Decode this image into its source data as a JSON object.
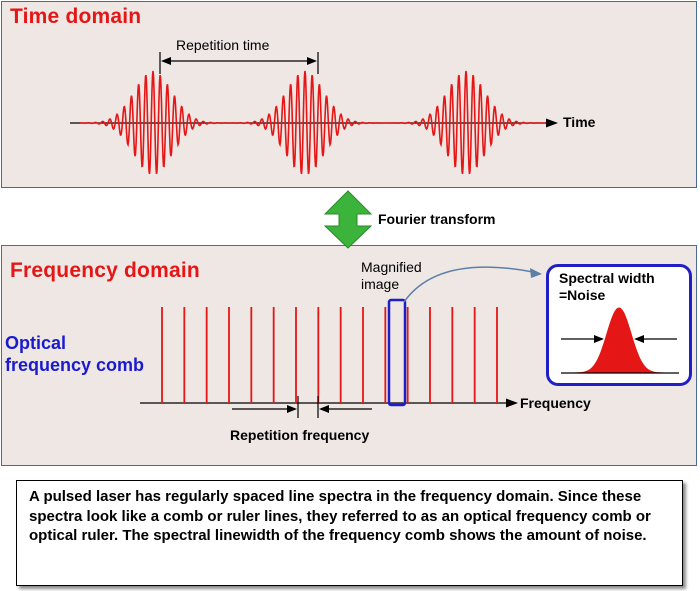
{
  "time_domain": {
    "title": "Time domain",
    "repetition_label": "Repetition time",
    "axis_label": "Time"
  },
  "transform": {
    "label": "Fourier transform"
  },
  "frequency_domain": {
    "title": "Frequency domain",
    "comb_label": [
      "Optical",
      "frequency comb"
    ],
    "magnified_label": [
      "Magnified",
      "image"
    ],
    "axis_label": "Frequency",
    "repetition_label": "Repetition frequency",
    "comb_line_count": 16,
    "inset": {
      "title_line1": "Spectral width",
      "title_line2": "=Noise"
    }
  },
  "caption": "A pulsed laser has regularly spaced line spectra in the frequency domain. Since these spectra look like a comb or ruler lines, they referred to as an optical frequency comb or optical ruler. The spectral linewidth of the frequency comb shows the amount of noise.",
  "colors": {
    "title_red": "#e51616",
    "wave_red": "#e51616",
    "comb_blue": "#1a1acf",
    "arrow_green": "#3cb43c",
    "magnifier_blue": "#1f1fc8",
    "link_curve": "#5a7fa8",
    "panel_bg": "#efe7e4"
  }
}
